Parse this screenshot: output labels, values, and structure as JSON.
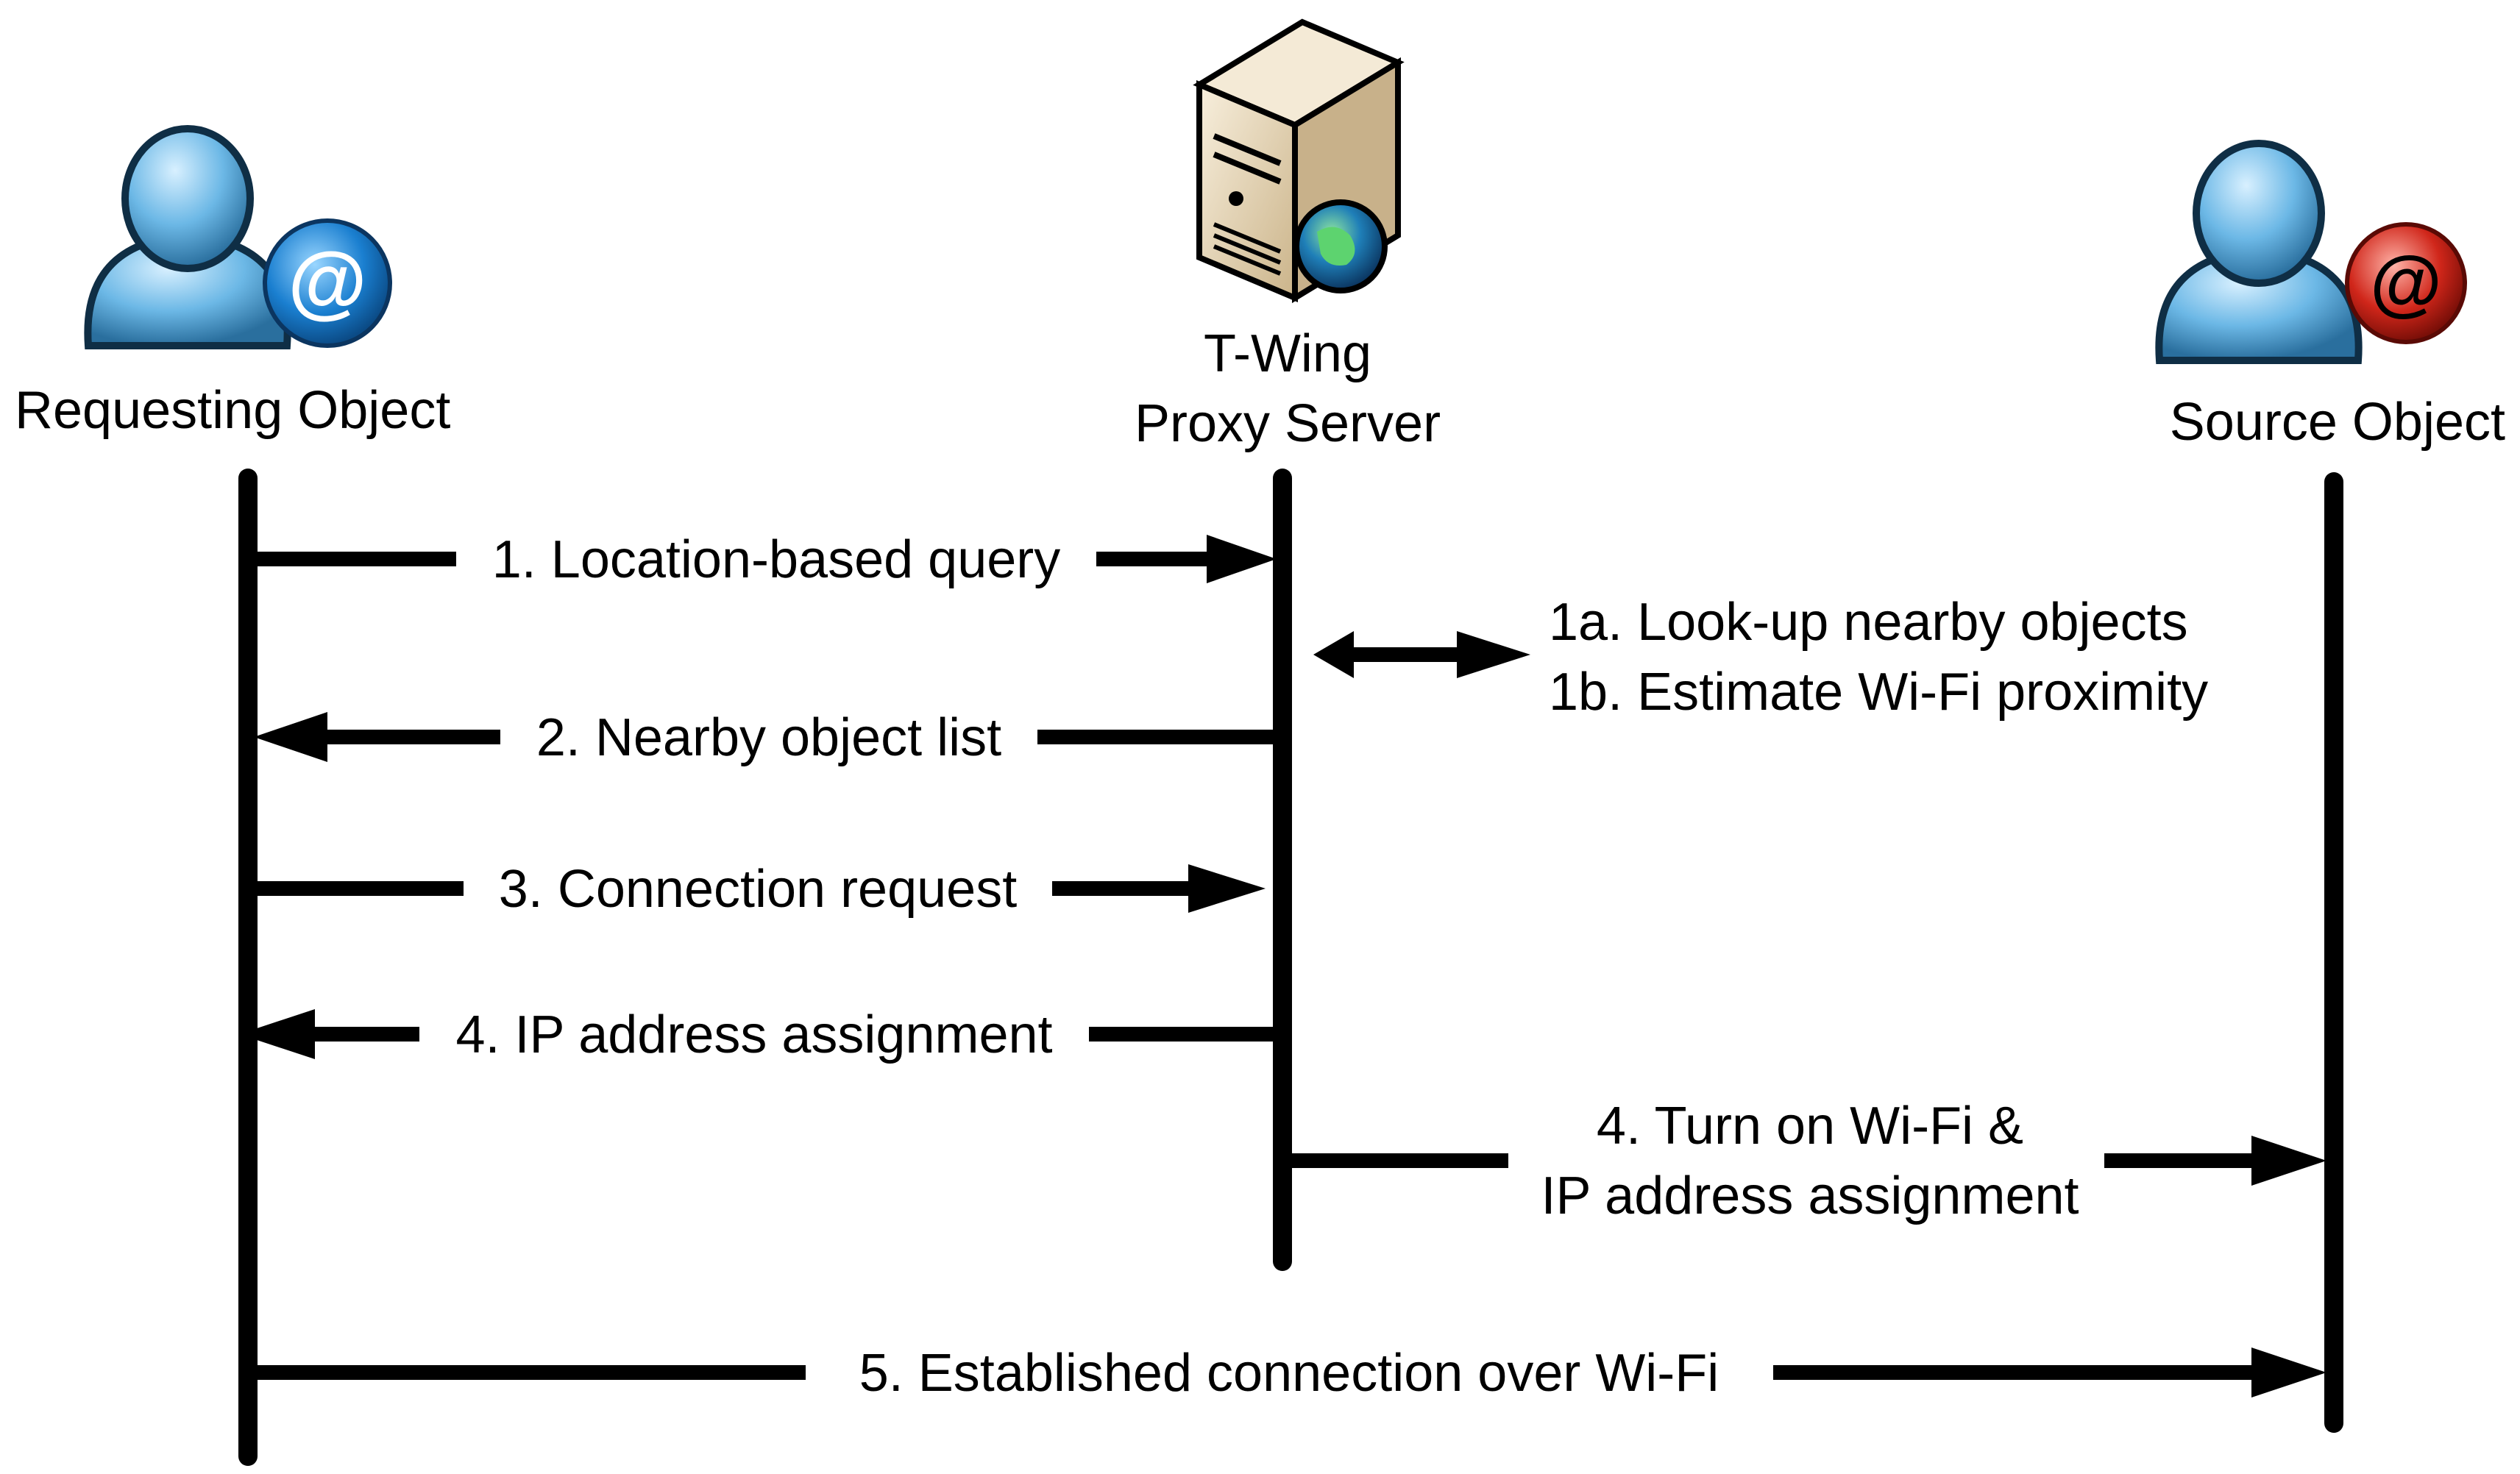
{
  "participants": [
    {
      "label": "Requesting Object",
      "icon": "user-at-blue-icon",
      "badge_color": "#1a7fd0"
    },
    {
      "label_line1": "T-Wing",
      "label_line2": "Proxy Server",
      "icon": "server-globe-icon"
    },
    {
      "label": "Source Object",
      "icon": "user-at-red-icon",
      "badge_color": "#d0261a"
    }
  ],
  "messages": [
    {
      "text": "1. Location-based query"
    },
    {
      "text": "2. Nearby object list"
    },
    {
      "text": "3. Connection request"
    },
    {
      "text": "4. IP address assignment"
    },
    {
      "text_line1": "4. Turn on Wi-Fi &",
      "text_line2": "IP address assignment"
    },
    {
      "text": "5. Established connection over Wi-Fi"
    }
  ],
  "self_note": {
    "line1": "1a. Look-up nearby objects",
    "line2": "1b. Estimate Wi-Fi proximity"
  },
  "colors": {
    "user_body": "#5fb0e0",
    "user_body_dark": "#1e5f8c",
    "server_body": "#e6d3b0",
    "globe": "#2b8a3e"
  }
}
